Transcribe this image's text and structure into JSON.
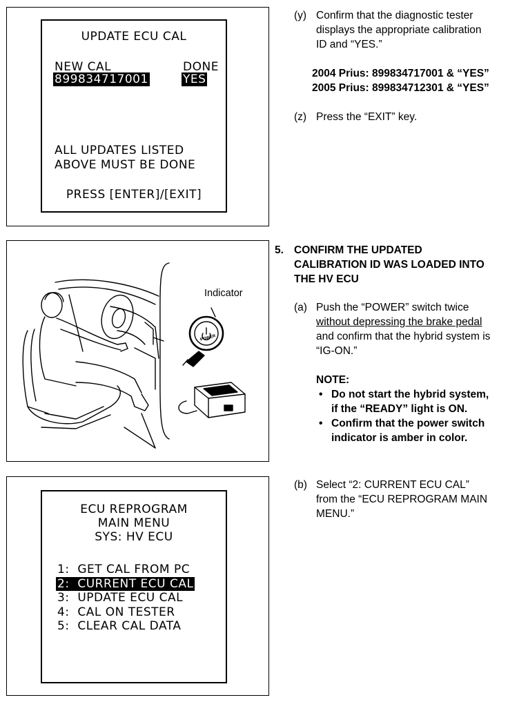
{
  "panel1": {
    "title": "UPDATE ECU CAL",
    "col1_header": "NEW CAL",
    "col2_header": "DONE",
    "cal_value": "899834717001",
    "done_value": "YES",
    "note_line1": "ALL UPDATES LISTED",
    "note_line2": "ABOVE MUST BE DONE",
    "prompt": "PRESS [ENTER]/[EXIT]"
  },
  "step_y": {
    "label": "(y)",
    "text_l1": "Confirm that the diagnostic tester",
    "text_l2": "displays the appropriate calibration",
    "text_l3": "ID and “YES.”",
    "prius2004": "2004 Prius: 899834717001 & “YES”",
    "prius2005": "2005 Prius: 899834712301 & “YES”"
  },
  "step_z": {
    "label": "(z)",
    "text": "Press the “EXIT” key."
  },
  "panel2": {
    "indicator_label": "Indicator",
    "power_text": "POWER"
  },
  "step5": {
    "number": "5.",
    "heading_l1": "CONFIRM THE UPDATED",
    "heading_l2": "CALIBRATION ID WAS LOADED INTO",
    "heading_l3": "THE HV ECU"
  },
  "step_a": {
    "label": "(a)",
    "text_l1": "Push the “POWER” switch twice",
    "text_l2": "without depressing the brake pedal",
    "text_l3": "and confirm that the hybrid system is",
    "text_l4": "“IG-ON.”",
    "note_heading": "NOTE:",
    "note1_l1": "Do not start the hybrid system,",
    "note1_l2": "if the “READY” light is ON.",
    "note2_l1": "Confirm that the power switch",
    "note2_l2": "indicator is amber in color."
  },
  "panel3": {
    "title_l1": "ECU REPROGRAM",
    "title_l2": "MAIN MENU",
    "title_l3": "SYS: HV ECU",
    "menu": [
      "1:  GET CAL FROM PC",
      "2:  CURRENT ECU CAL",
      "3:  UPDATE ECU CAL",
      "4:  CAL ON TESTER",
      "5:  CLEAR CAL DATA"
    ],
    "selected_index": 1
  },
  "step_b": {
    "label": "(b)",
    "text_l1": "Select “2: CURRENT ECU CAL”",
    "text_l2": "from the “ECU REPROGRAM MAIN",
    "text_l3": "MENU.”"
  }
}
